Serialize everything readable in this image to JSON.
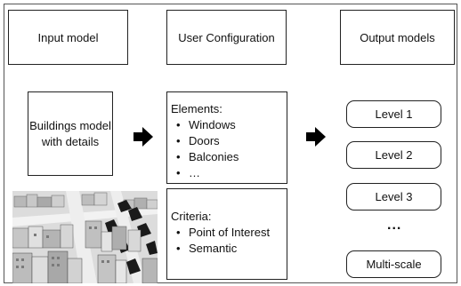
{
  "headers": {
    "input": "Input model",
    "config": "User Configuration",
    "output": "Output models"
  },
  "input_box": {
    "line1": "Buildings model",
    "line2": "with details"
  },
  "elements_box": {
    "title": "Elements:",
    "items": [
      "Windows",
      "Doors",
      "Balconies",
      "…"
    ]
  },
  "criteria_box": {
    "title": "Criteria:",
    "items": [
      "Point of Interest",
      "Semantic"
    ]
  },
  "levels": [
    "Level 1",
    "Level 2",
    "Level 3"
  ],
  "ellipsis": "...",
  "multiscale": "Multi-scale",
  "render_image": "3d-city-buildings-render"
}
